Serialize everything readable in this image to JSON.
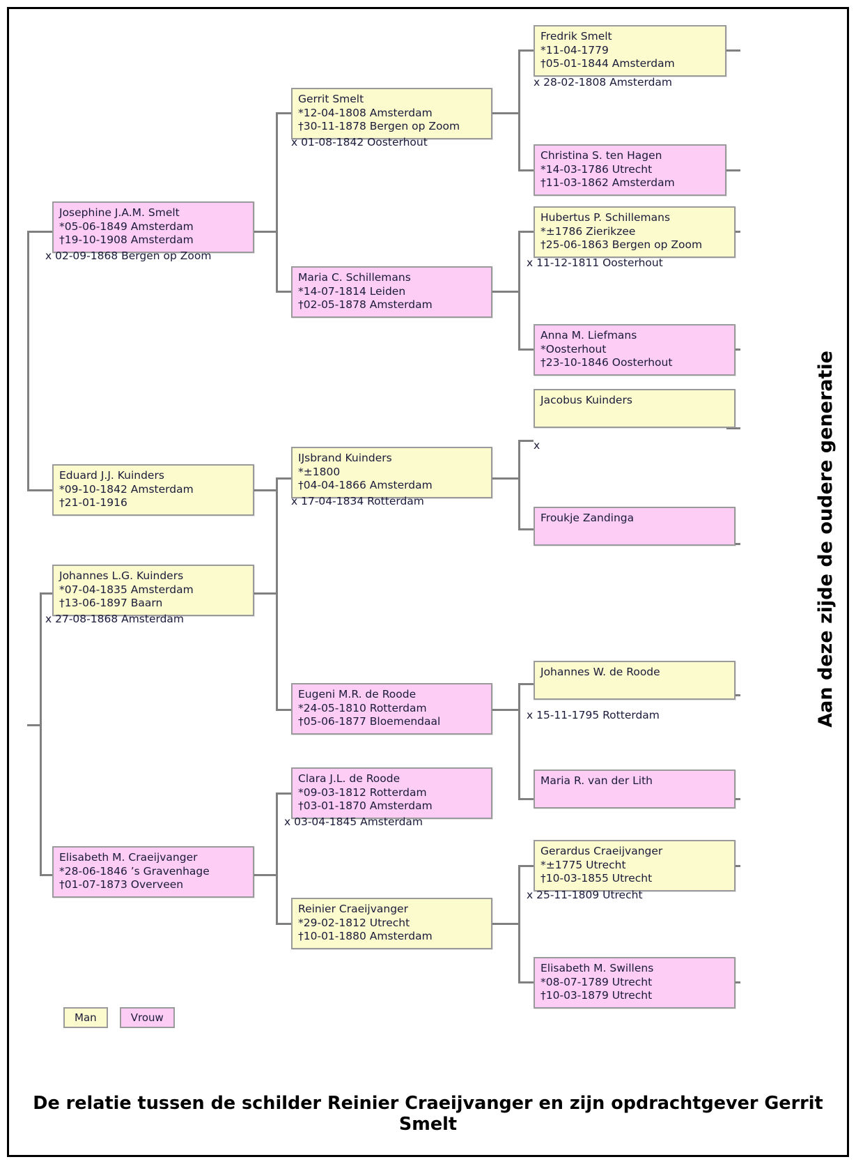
{
  "legend": {
    "man": "Man",
    "vrouw": "Vrouw"
  },
  "side_caption": "Aan deze zijde de oudere generatie",
  "caption": "De relatie tussen de schilder Reinier Craeijvanger en zijn opdrachtgever Gerrit Smelt",
  "colors": {
    "man": "#fbfbcd",
    "vrouw": "#fdcdf5",
    "line": "#808080",
    "border": "#9a9a9a",
    "text": "#1a1a3a"
  },
  "persons": {
    "josephine": {
      "name": "Josephine J.A.M. Smelt",
      "birth": "*05-06-1849 Amsterdam",
      "death": "†19-10-1908 Amsterdam",
      "sex": "vrouw"
    },
    "gerrit": {
      "name": "Gerrit Smelt",
      "birth": "*12-04-1808 Amsterdam",
      "death": "†30-11-1878 Bergen op Zoom",
      "sex": "man"
    },
    "fredrik": {
      "name": "Fredrik Smelt",
      "birth": "*11-04-1779",
      "death": "†05-01-1844 Amsterdam",
      "sex": "man"
    },
    "christina": {
      "name": "Christina S. ten Hagen",
      "birth": "*14-03-1786 Utrecht",
      "death": "†11-03-1862 Amsterdam",
      "sex": "vrouw"
    },
    "mariasch": {
      "name": "Maria C. Schillemans",
      "birth": "*14-07-1814 Leiden",
      "death": "†02-05-1878 Amsterdam",
      "sex": "vrouw"
    },
    "hubertus": {
      "name": "Hubertus P. Schillemans",
      "birth": "*±1786 Zierikzee",
      "death": "†25-06-1863 Bergen op Zoom",
      "sex": "man"
    },
    "anna": {
      "name": "Anna M. Liefmans",
      "birth": "*Oosterhout",
      "death": "†23-10-1846 Oosterhout",
      "sex": "vrouw"
    },
    "eduard": {
      "name": "Eduard J.J. Kuinders",
      "birth": "*09-10-1842 Amsterdam",
      "death": "†21-01-1916",
      "sex": "man"
    },
    "johannesk": {
      "name": "Johannes L.G. Kuinders",
      "birth": "*07-04-1835 Amsterdam",
      "death": "†13-06-1897 Baarn",
      "sex": "man"
    },
    "ijsbrand": {
      "name": "IJsbrand Kuinders",
      "birth": "*±1800",
      "death": "†04-04-1866 Amsterdam",
      "sex": "man"
    },
    "jacobus": {
      "name": "Jacobus Kuinders",
      "birth": "",
      "death": "",
      "sex": "man"
    },
    "froukje": {
      "name": "Froukje Zandinga",
      "birth": "",
      "death": "",
      "sex": "vrouw"
    },
    "eugeni": {
      "name": "Eugeni M.R. de Roode",
      "birth": "*24-05-1810 Rotterdam",
      "death": "†05-06-1877 Bloemendaal",
      "sex": "vrouw"
    },
    "johanneswr": {
      "name": "Johannes W. de Roode",
      "birth": "",
      "death": "",
      "sex": "man"
    },
    "mariavdl": {
      "name": "Maria R. van der Lith",
      "birth": "",
      "death": "",
      "sex": "vrouw"
    },
    "clara": {
      "name": "Clara J.L. de Roode",
      "birth": "*09-03-1812 Rotterdam",
      "death": "†03-01-1870 Amsterdam",
      "sex": "vrouw"
    },
    "elisabethc": {
      "name": "Elisabeth M. Craeijvanger",
      "birth": "*28-06-1846 ’s Gravenhage",
      "death": "†01-07-1873 Overveen",
      "sex": "vrouw"
    },
    "reinier": {
      "name": "Reinier Craeijvanger",
      "birth": "*29-02-1812 Utrecht",
      "death": "†10-01-1880 Amsterdam",
      "sex": "man"
    },
    "gerardus": {
      "name": "Gerardus Craeijvanger",
      "birth": "*±1775 Utrecht",
      "death": "†10-03-1855 Utrecht",
      "sex": "man"
    },
    "elisabeths": {
      "name": "Elisabeth M. Swillens",
      "birth": "*08-07-1789 Utrecht",
      "death": "†10-03-1879 Utrecht",
      "sex": "vrouw"
    }
  },
  "marriages": {
    "josephine_eduard": "x 02-09-1868 Bergen op Zoom",
    "gerrit_maria": "x 01-08-1842 Oosterhout",
    "fredrik_christina": "x 28-02-1808 Amsterdam",
    "hubertus_anna": "x 11-12-1811 Oosterhout",
    "johannesk_elisab": "x 27-08-1868 Amsterdam",
    "ijsbrand_eugeni": "x 17-04-1834 Rotterdam",
    "jacobus_froukje": "x",
    "johanneswr_maria": "x 15-11-1795 Rotterdam",
    "clara_reinier": "x 03-04-1845 Amsterdam",
    "gerardus_elisab": "x 25-11-1809 Utrecht"
  }
}
